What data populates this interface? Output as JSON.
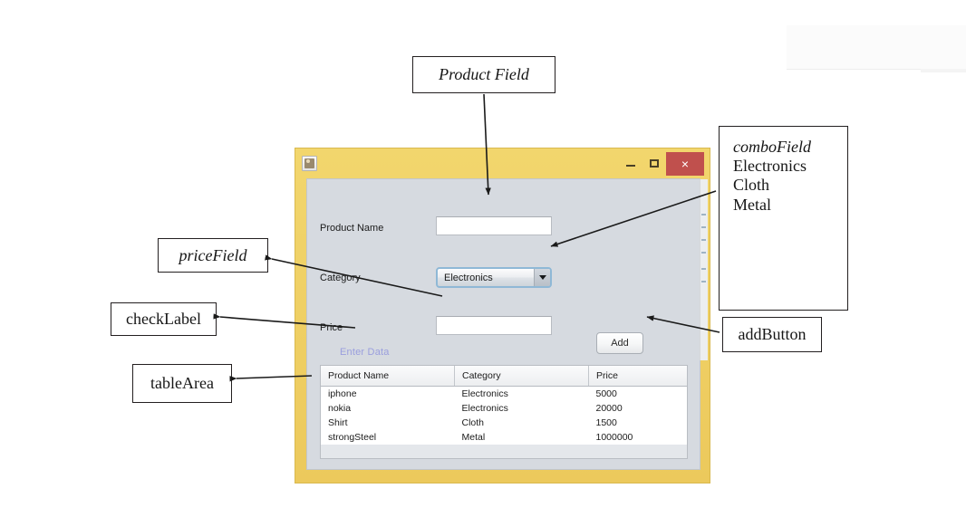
{
  "window": {
    "app_icon_name": "app-icon",
    "titlebar": {
      "minimize_label": "",
      "maximize_label": "",
      "close_label": "×"
    },
    "form": {
      "product_name_label": "Product Name",
      "product_name_value": "",
      "category_label": "Category",
      "category_selected": "Electronics",
      "category_options": [
        "Electronics",
        "Cloth",
        "Metal"
      ],
      "price_label": "Price",
      "price_value": "",
      "check_label": "Enter Data",
      "check_label_color": "#9a9ede",
      "add_button_label": "Add"
    },
    "table": {
      "columns": [
        "Product Name",
        "Category",
        "Price"
      ],
      "rows": [
        [
          "iphone",
          "Electronics",
          "5000"
        ],
        [
          "nokia",
          "Electronics",
          "20000"
        ],
        [
          "Shirt",
          "Cloth",
          "1500"
        ],
        [
          "strongSteel",
          "Metal",
          "1000000"
        ]
      ]
    }
  },
  "annotations": {
    "product_field": "Product Field",
    "combo_field_title": "comboField",
    "combo_field_items": [
      "Electronics",
      "Cloth",
      "Metal"
    ],
    "price_field": "priceField",
    "check_label": "checkLabel",
    "table_area": "tableArea",
    "add_button": "addButton"
  },
  "colors": {
    "window_frame": "#efd061",
    "content_panel": "#d6dae0",
    "close_button": "#c0504d",
    "combo_focus_border": "#8fb8d6"
  }
}
